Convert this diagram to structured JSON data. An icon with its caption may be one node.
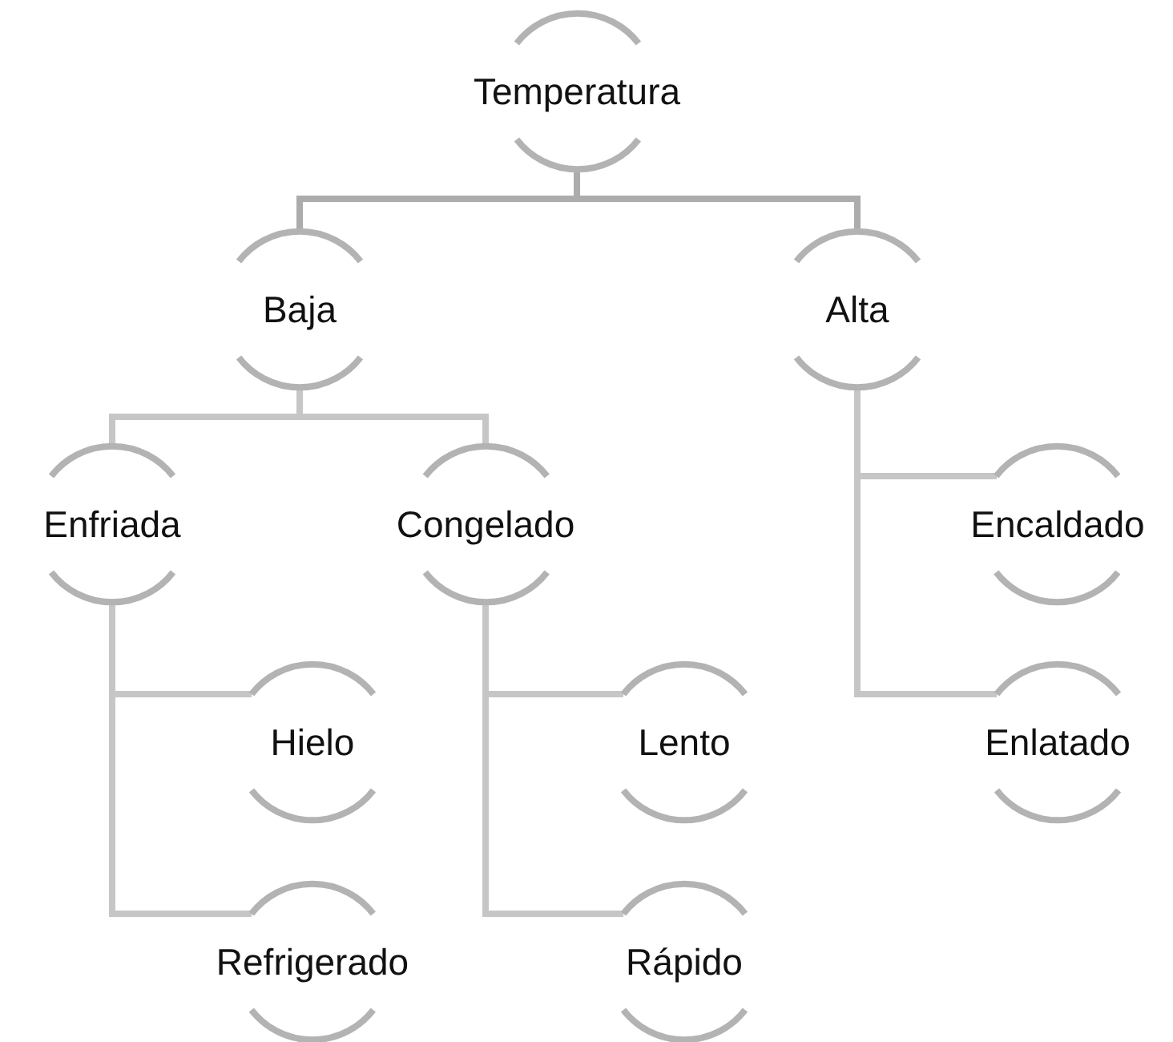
{
  "diagram": {
    "nodes": [
      {
        "text": [
          "Temperatura"
        ]
      },
      {
        "text": [
          "Baja"
        ]
      },
      {
        "text": [
          "Alta"
        ]
      },
      {
        "text": [
          "Enfriada"
        ]
      },
      {
        "text": [
          "Congelado"
        ]
      },
      {
        "text": [
          "Encaldado"
        ]
      },
      {
        "text": [
          "Hielo"
        ]
      },
      {
        "text": [
          "Refrigerado"
        ]
      },
      {
        "text": [
          "Lento"
        ]
      },
      {
        "text": [
          "Rápido"
        ]
      },
      {
        "text": [
          "Enlatado"
        ]
      }
    ],
    "edges": [
      {
        "from": 0,
        "to": 1,
        "arrow": "none",
        "color": "#acacac"
      },
      {
        "from": 0,
        "to": 2,
        "arrow": "none",
        "color": "#acacac"
      },
      {
        "from": 1,
        "to": 3,
        "arrow": "none"
      },
      {
        "from": 1,
        "to": 4,
        "arrow": "none"
      },
      {
        "from": 2,
        "to": 5,
        "arrow": "none"
      },
      {
        "from": 2,
        "to": 10,
        "arrow": "none"
      },
      {
        "from": 3,
        "to": 6,
        "arrow": "none"
      },
      {
        "from": 3,
        "to": 7,
        "arrow": "none"
      },
      {
        "from": 4,
        "to": 8,
        "arrow": "none"
      },
      {
        "from": 4,
        "to": 9,
        "arrow": "none"
      }
    ]
  }
}
